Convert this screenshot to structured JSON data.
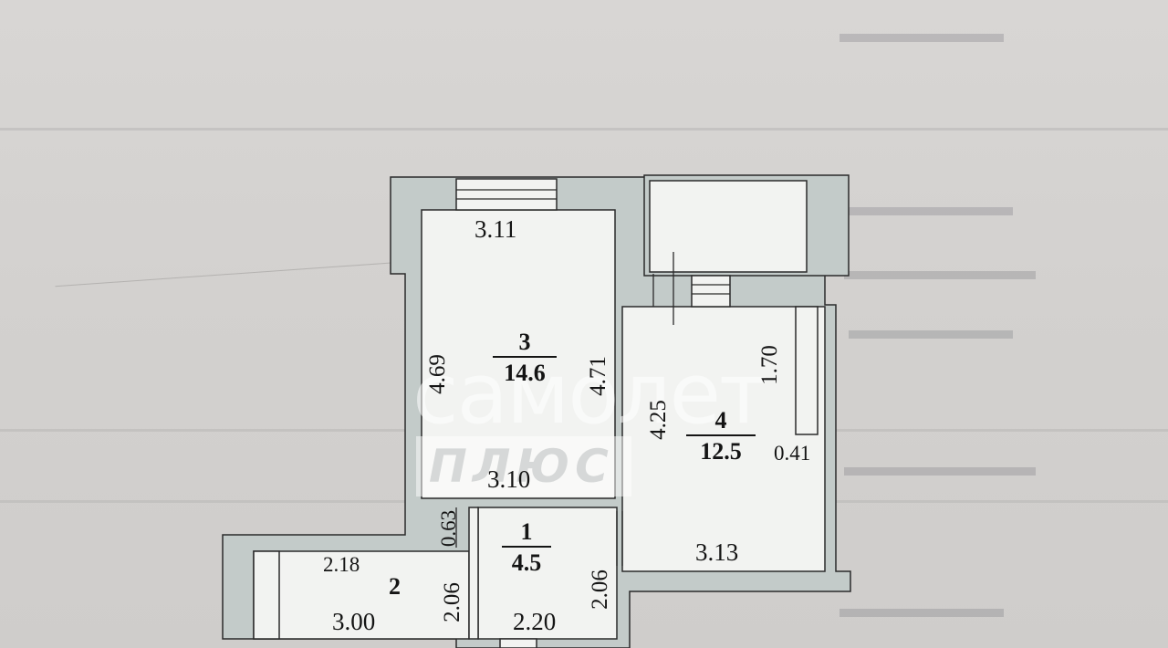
{
  "rooms": [
    {
      "id": "3",
      "area": "14.6"
    },
    {
      "id": "4",
      "area": "12.5"
    },
    {
      "id": "1",
      "area": "4.5"
    },
    {
      "id": "2"
    }
  ],
  "dimensions": {
    "room3_top": "3.11",
    "room3_left": "4.69",
    "room3_right": "4.71",
    "room3_bottom": "3.10",
    "room4_left": "4.25",
    "room4_right": "1.70",
    "room4_niche": "0.41",
    "room4_bottom": "3.13",
    "room2_top": "2.18",
    "room2_bottom": "3.00",
    "room2_side": "2.06",
    "room2_small": "0.63",
    "room1_right": "2.06",
    "room1_bottom": "2.20"
  },
  "watermark": {
    "main": "самолет",
    "sub": "ПЛЮС"
  }
}
